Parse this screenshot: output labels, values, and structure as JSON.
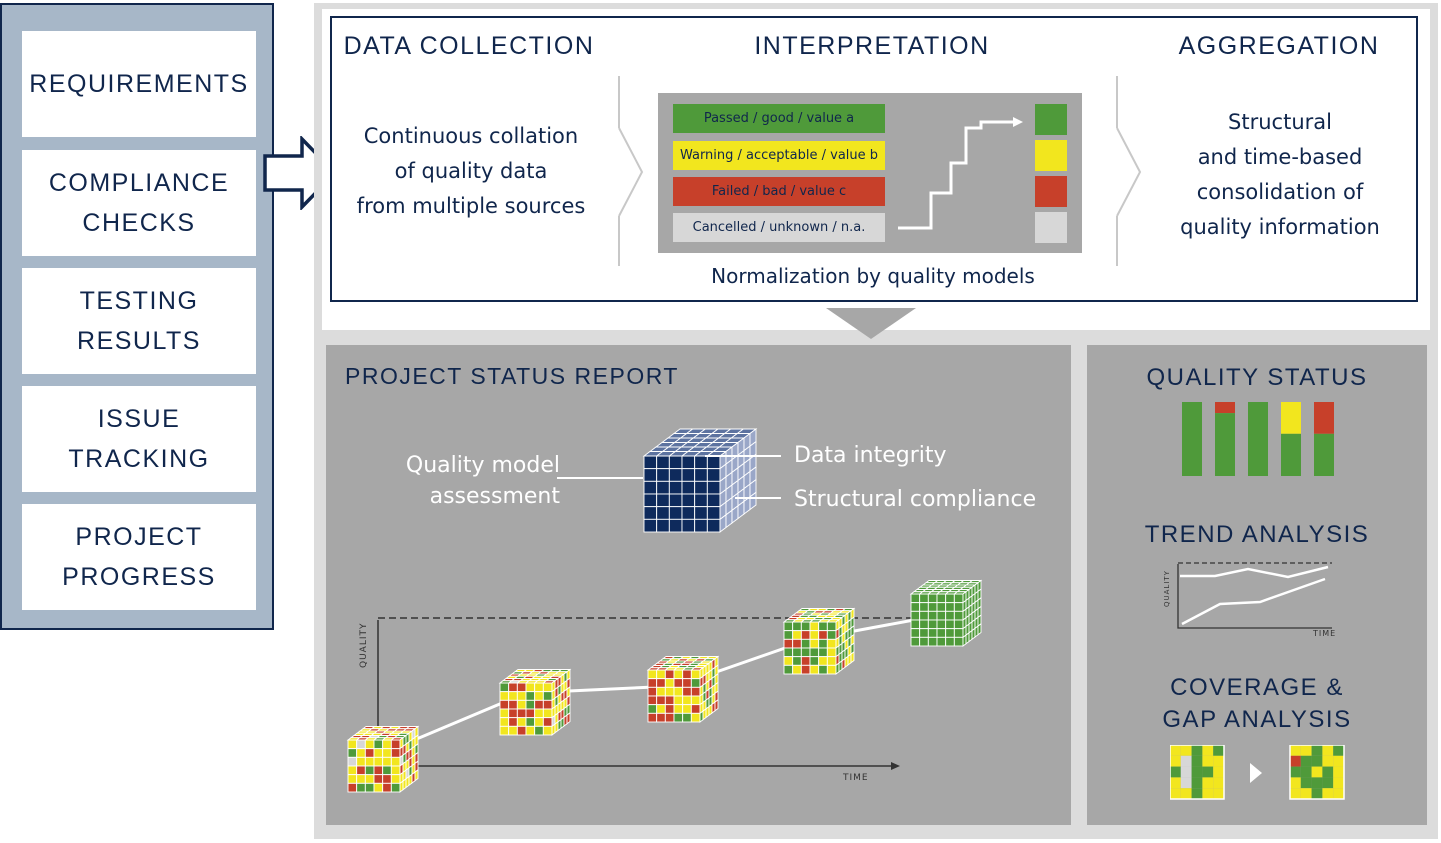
{
  "inputs": [
    "REQUIREMENTS",
    "COMPLIANCE\nCHECKS",
    "TESTING\nRESULTS",
    "ISSUE\nTRACKING",
    "PROJECT\nPROGRESS"
  ],
  "process": {
    "data_collection": {
      "title": "DATA COLLECTION",
      "text": "Continuous collation\nof quality data\nfrom multiple sources"
    },
    "interpretation": {
      "title": "INTERPRETATION",
      "rows": [
        {
          "label": "Passed / good / value a",
          "color": "#4f9a3a"
        },
        {
          "label": "Warning / acceptable / value b",
          "color": "#f2e61e"
        },
        {
          "label": "Failed / bad / value c",
          "color": "#c7402a"
        },
        {
          "label": "Cancelled / unknown / n.a.",
          "color": "#d7d7d7"
        }
      ],
      "caption": "Normalization by quality models"
    },
    "aggregation": {
      "title": "AGGREGATION",
      "text": "Structural\nand time-based\nconsolidation of\nquality information"
    }
  },
  "report": {
    "title": "PROJECT STATUS REPORT",
    "cube_labels": {
      "left": "Quality model\nassessment",
      "top": "Data integrity",
      "bottom": "Structural compliance"
    },
    "axis": {
      "y": "QUALITY",
      "x": "TIME"
    }
  },
  "side": {
    "quality_status": {
      "title": "QUALITY STATUS",
      "bars": [
        {
          "green": 1.0,
          "yellow": 0.0,
          "red": 0.0
        },
        {
          "green": 0.85,
          "yellow": 0.0,
          "red": 0.15
        },
        {
          "green": 1.0,
          "yellow": 0.0,
          "red": 0.0
        },
        {
          "green": 0.57,
          "yellow": 0.43,
          "red": 0.0
        },
        {
          "green": 0.57,
          "yellow": 0.0,
          "red": 0.43
        }
      ]
    },
    "trend": {
      "title": "TREND ANALYSIS",
      "y": "QUALITY",
      "x": "TIME"
    },
    "coverage": {
      "title": "COVERAGE &\nGAP ANALYSIS"
    }
  },
  "colors": {
    "navy": "#10264c",
    "green": "#4f9a3a",
    "yellow": "#f2e61e",
    "red": "#c7402a",
    "gray": "#d7d7d7",
    "panel": "#a7a7a7"
  }
}
